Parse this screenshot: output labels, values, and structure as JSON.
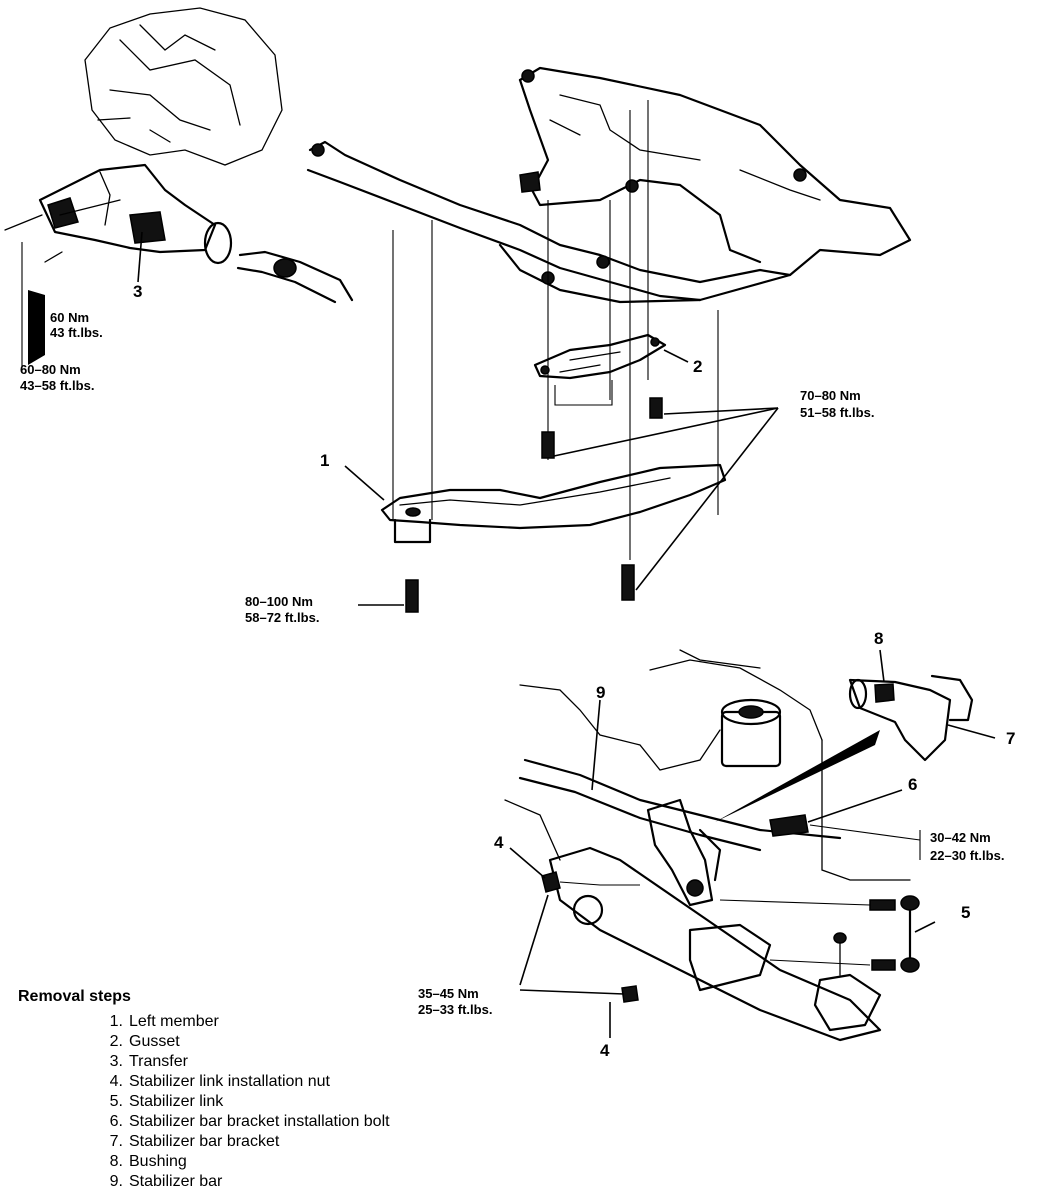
{
  "callouts": {
    "c1": "1",
    "c2": "2",
    "c3": "3",
    "c4a": "4",
    "c4b": "4",
    "c5": "5",
    "c6": "6",
    "c7": "7",
    "c8": "8",
    "c9": "9"
  },
  "torque": {
    "transfer_upper": [
      "60 Nm",
      "43 ft.lbs."
    ],
    "transfer_lower": [
      "60–80 Nm",
      "43–58 ft.lbs."
    ],
    "gusset_bolts": [
      "70–80 Nm",
      "51–58 ft.lbs."
    ],
    "member_bolt": [
      "80–100 Nm",
      "58–72 ft.lbs."
    ],
    "bracket_bolt": [
      "30–42 Nm",
      "22–30 ft.lbs."
    ],
    "link_nut": [
      "35–45 Nm",
      "25–33 ft.lbs."
    ]
  },
  "removal": {
    "title": "Removal steps",
    "steps": [
      {
        "num": "1.",
        "text": "Left member"
      },
      {
        "num": "2.",
        "text": "Gusset"
      },
      {
        "num": "3.",
        "text": "Transfer"
      },
      {
        "num": "4.",
        "text": "Stabilizer link installation nut"
      },
      {
        "num": "5.",
        "text": "Stabilizer link"
      },
      {
        "num": "6.",
        "text": "Stabilizer bar bracket installation bolt"
      },
      {
        "num": "7.",
        "text": "Stabilizer bar bracket"
      },
      {
        "num": "8.",
        "text": "Bushing"
      },
      {
        "num": "9.",
        "text": "Stabilizer bar"
      }
    ]
  }
}
